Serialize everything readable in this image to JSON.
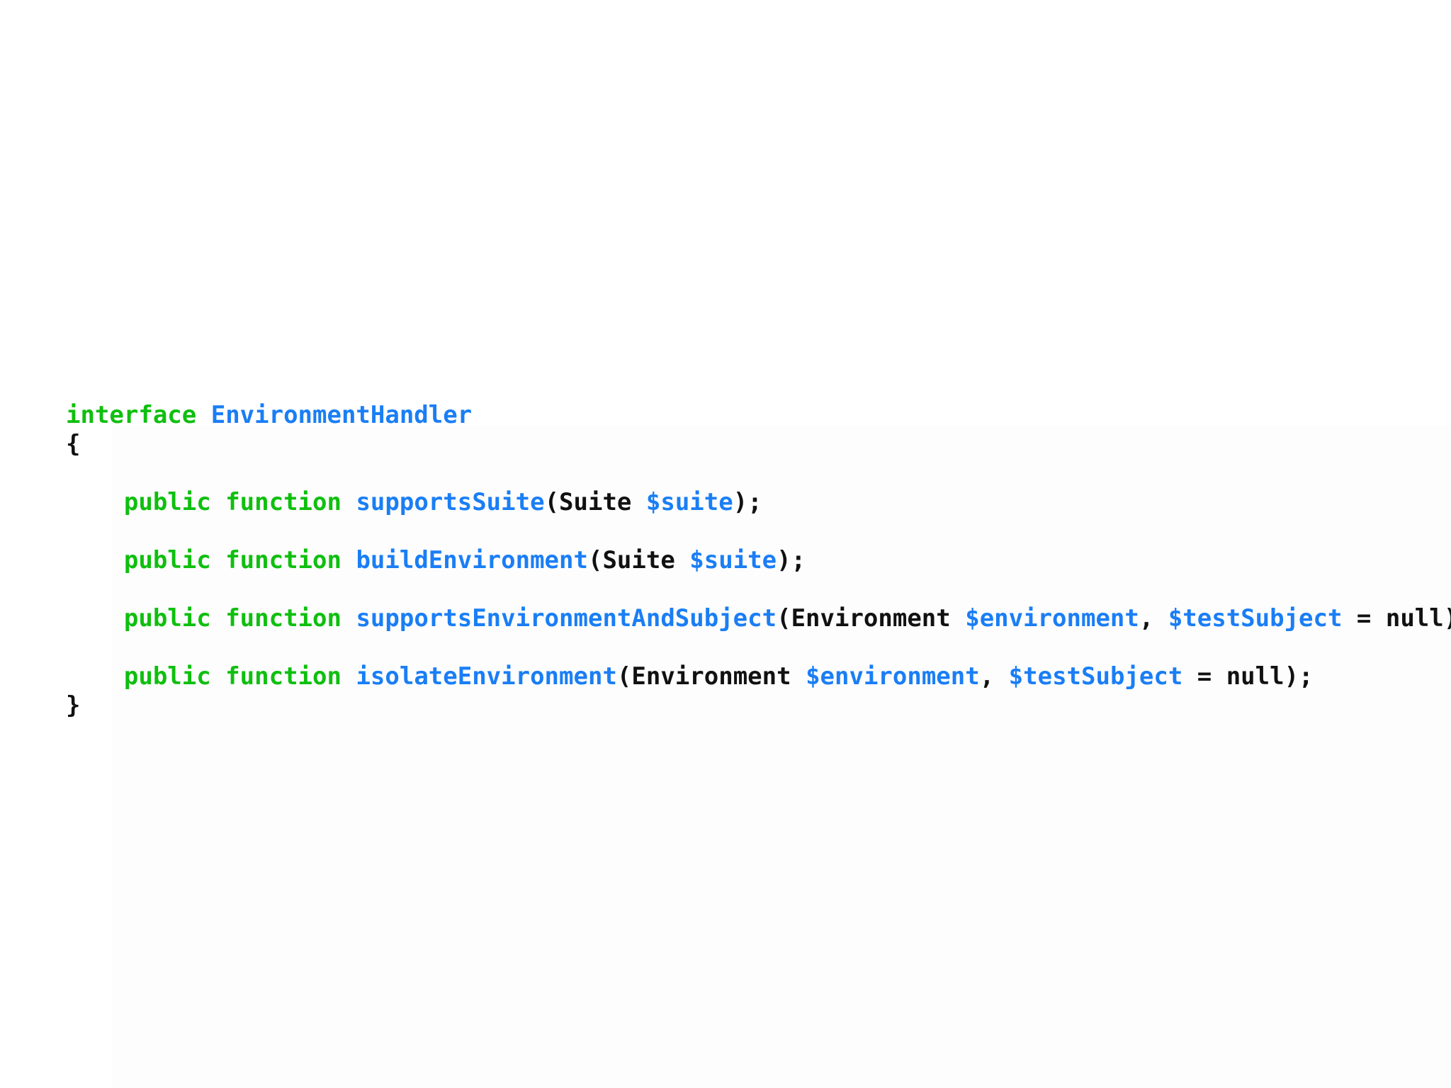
{
  "slide": {
    "background_color": "#ffffff",
    "code_backdrop_color": "#fdfdfd",
    "language": "php"
  },
  "theme": {
    "keyword_color": "#0fbf0f",
    "identifier_color": "#1a7ef5",
    "variable_color": "#1a7ef5",
    "punctuation_color": "#111111",
    "type_color": "#111111"
  },
  "code": {
    "line1": {
      "keyword": "interface",
      "space": " ",
      "name": "EnvironmentHandler"
    },
    "line2": {
      "brace_open": "{"
    },
    "line3": {
      "indent": "    ",
      "keyword_public": "public",
      "space1": " ",
      "keyword_function": "function",
      "space2": " ",
      "name": "supportsSuite",
      "paren_open": "(",
      "type": "Suite",
      "space3": " ",
      "param": "$suite",
      "tail": ");"
    },
    "line4": {
      "indent": "    ",
      "keyword_public": "public",
      "space1": " ",
      "keyword_function": "function",
      "space2": " ",
      "name": "buildEnvironment",
      "paren_open": "(",
      "type": "Suite",
      "space3": " ",
      "param": "$suite",
      "tail": ");"
    },
    "line5": {
      "indent": "    ",
      "keyword_public": "public",
      "space1": " ",
      "keyword_function": "function",
      "space2": " ",
      "name": "supportsEnvironmentAndSubject",
      "paren_open": "(",
      "type": "Environment",
      "space3": " ",
      "param1": "$environment",
      "comma": ", ",
      "param2": "$testSubject",
      "tail": " = null);"
    },
    "line6": {
      "indent": "    ",
      "keyword_public": "public",
      "space1": " ",
      "keyword_function": "function",
      "space2": " ",
      "name": "isolateEnvironment",
      "paren_open": "(",
      "type": "Environment",
      "space3": " ",
      "param1": "$environment",
      "comma": ", ",
      "param2": "$testSubject",
      "tail": " = null);"
    },
    "line7": {
      "brace_close": "}"
    }
  }
}
